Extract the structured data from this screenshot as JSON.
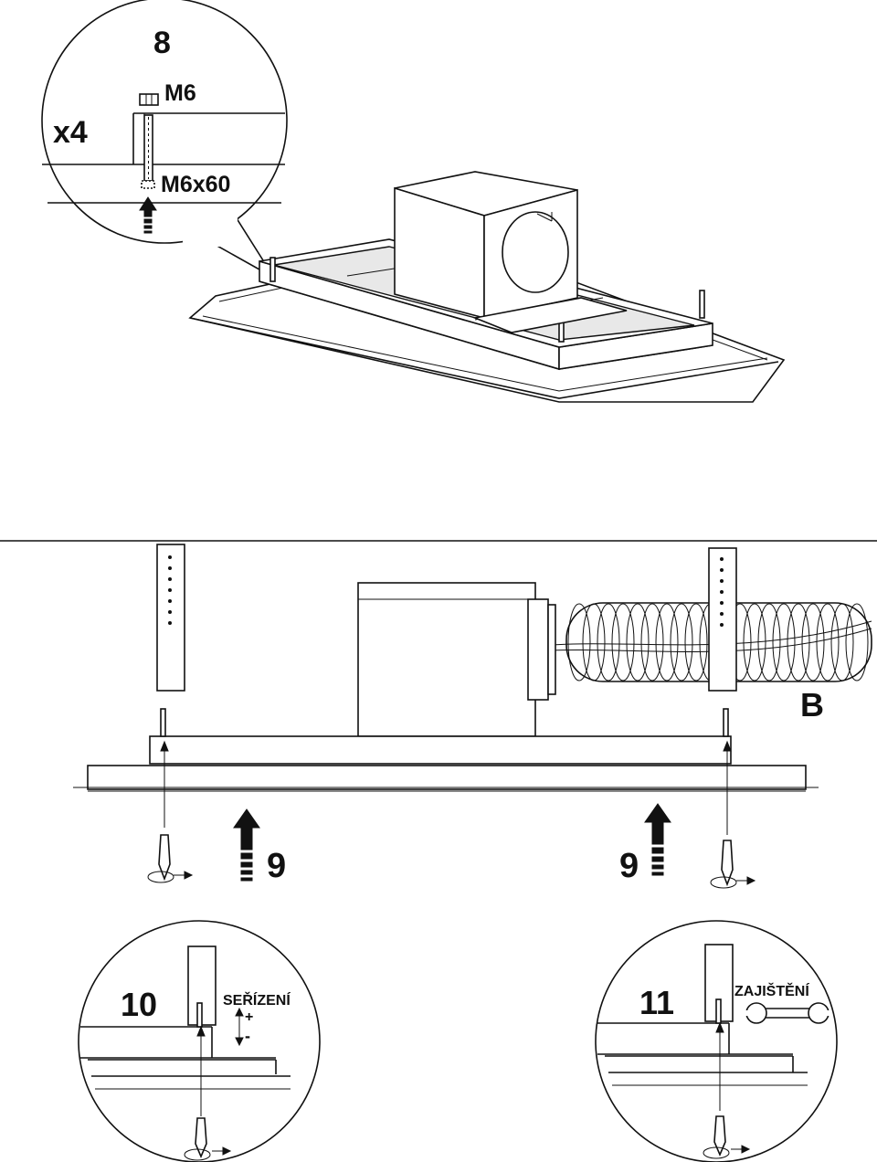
{
  "step8": {
    "number": "8",
    "quantity": "x4",
    "nut": "M6",
    "bolt": "M6x60"
  },
  "step9": {
    "label_left": "9",
    "label_right": "9",
    "part": "B"
  },
  "step10": {
    "number": "10",
    "label": "SEŘÍZENÍ",
    "plus": "+",
    "minus": "-"
  },
  "step11": {
    "number": "11",
    "label": "ZAJIŠTĚNÍ"
  }
}
